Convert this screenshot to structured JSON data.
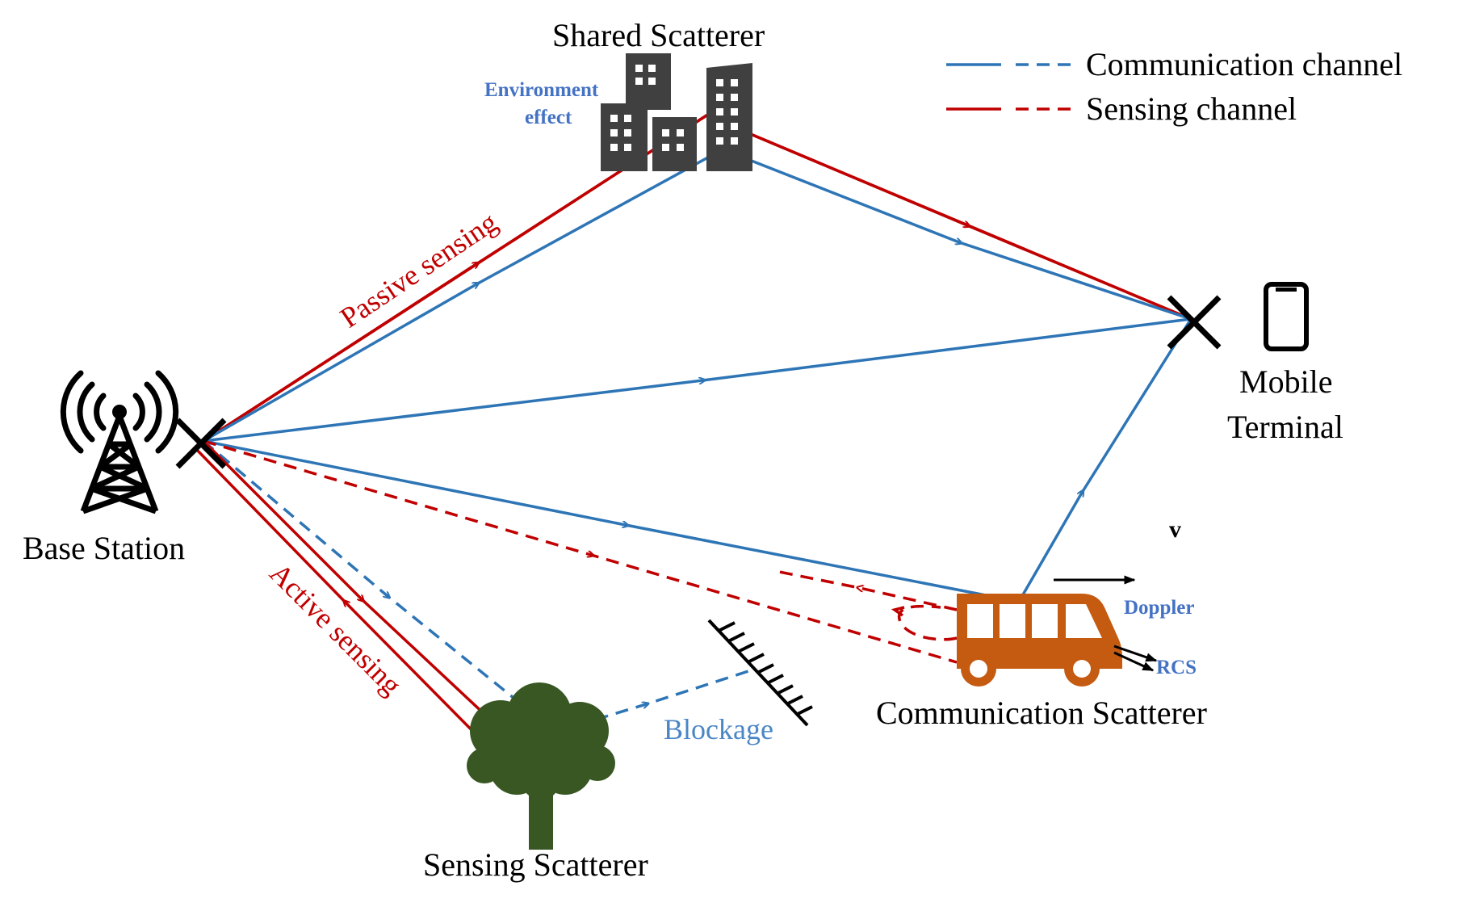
{
  "legend": {
    "communication": "Communication channel",
    "sensing": "Sensing channel"
  },
  "nodes": {
    "base_station": "Base Station",
    "shared_scatterer": "Shared Scatterer",
    "mobile_terminal_line1": "Mobile",
    "mobile_terminal_line2": "Terminal",
    "sensing_scatterer": "Sensing Scatterer",
    "communication_scatterer": "Communication Scatterer"
  },
  "annotations": {
    "environment_line1": "Environment",
    "environment_line2": "effect",
    "passive_sensing": "Passive sensing",
    "active_sensing": "Active sensing",
    "blockage": "Blockage",
    "velocity": "v",
    "doppler": "Doppler",
    "rcs": "RCS"
  },
  "colors": {
    "communication": "#2e75b6",
    "sensing": "#c00000",
    "building": "#404040",
    "tree": "#385723",
    "bus": "#c55a11",
    "annotation_blue": "#4472c4"
  }
}
